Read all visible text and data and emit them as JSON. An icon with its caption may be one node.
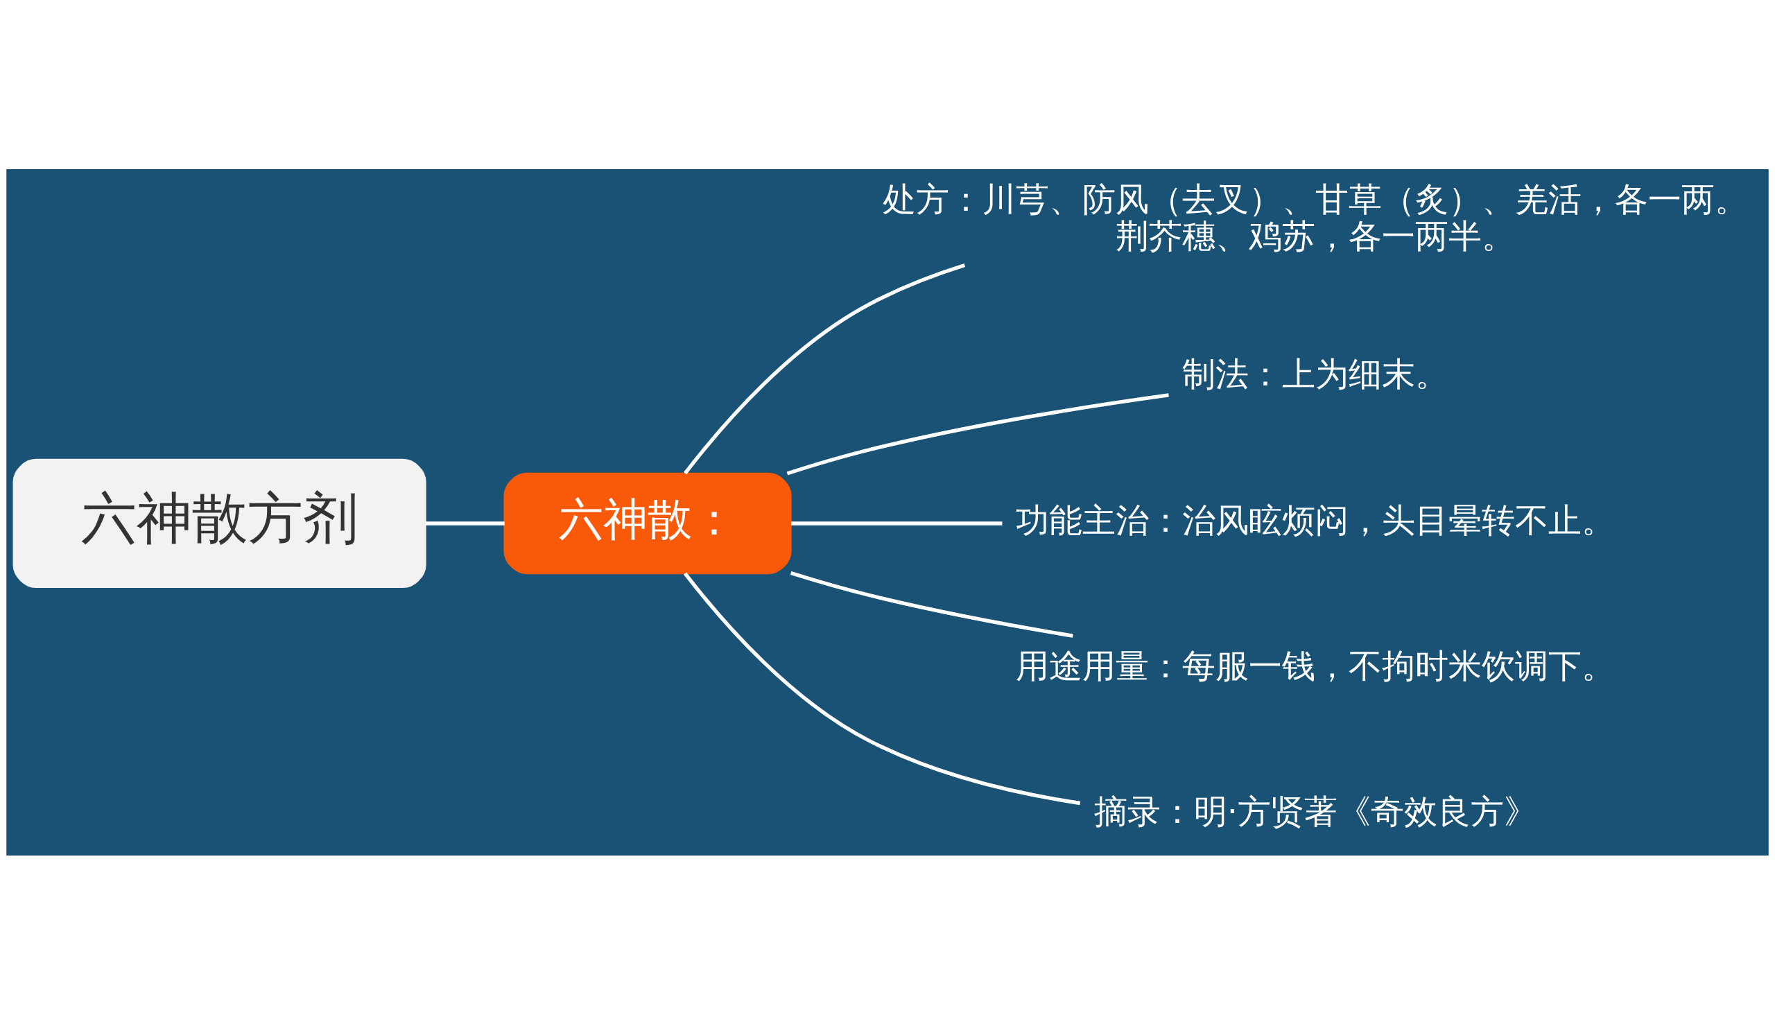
{
  "diagram": {
    "nodes": [
      {
        "text": [
          "六神散方剂"
        ]
      },
      {
        "text": [
          "六神散："
        ]
      },
      {
        "text": [
          "处方：川芎、防风（去叉）、甘草（炙）、羌活，各一两。荆芥穗、鸡苏，各一两半。"
        ]
      },
      {
        "text": [
          "制法：上为细末。"
        ]
      },
      {
        "text": [
          "功能主治：治风眩烦闷，头目晕转不止。"
        ]
      },
      {
        "text": [
          "用途用量：每服一钱，不拘时米饮调下。"
        ]
      },
      {
        "text": [
          "摘录：明·方贤著《奇效良方》"
        ]
      }
    ],
    "edges": [
      {
        "from": 0,
        "to": 1,
        "arrow": "none"
      },
      {
        "from": 1,
        "to": 2,
        "arrow": "none"
      },
      {
        "from": 1,
        "to": 3,
        "arrow": "none"
      },
      {
        "from": 1,
        "to": 4,
        "arrow": "none"
      },
      {
        "from": 1,
        "to": 5,
        "arrow": "none"
      },
      {
        "from": 1,
        "to": 6,
        "arrow": "none"
      }
    ]
  }
}
